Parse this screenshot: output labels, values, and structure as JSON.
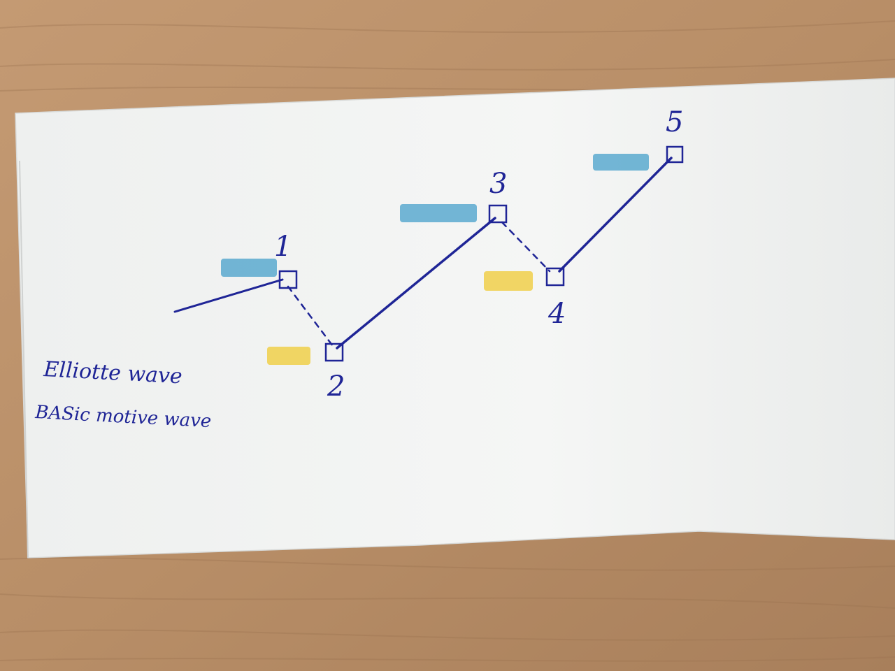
{
  "photo": {
    "wood_color": "#b98f68",
    "wood_dark": "#9c7452",
    "paper_color": "#f4f5f4",
    "ink_color": "#1f2596",
    "marker_blue": "#5aa9cf",
    "marker_yellow": "#f0cf4a"
  },
  "handwriting": {
    "line1": "Elliotte wave",
    "line2": "BASic motive wave"
  },
  "wave": {
    "labels": [
      "1",
      "2",
      "3",
      "4",
      "5"
    ],
    "segments": [
      {
        "from": "start",
        "to": "1",
        "style": "solid"
      },
      {
        "from": "1",
        "to": "2",
        "style": "dashed"
      },
      {
        "from": "2",
        "to": "3",
        "style": "solid"
      },
      {
        "from": "3",
        "to": "4",
        "style": "dashed"
      },
      {
        "from": "4",
        "to": "5",
        "style": "solid"
      }
    ],
    "highlights": [
      {
        "near": "1",
        "color": "blue"
      },
      {
        "near": "2",
        "color": "yellow"
      },
      {
        "near": "3",
        "color": "blue"
      },
      {
        "near": "4",
        "color": "yellow"
      },
      {
        "near": "5",
        "color": "blue"
      }
    ]
  }
}
